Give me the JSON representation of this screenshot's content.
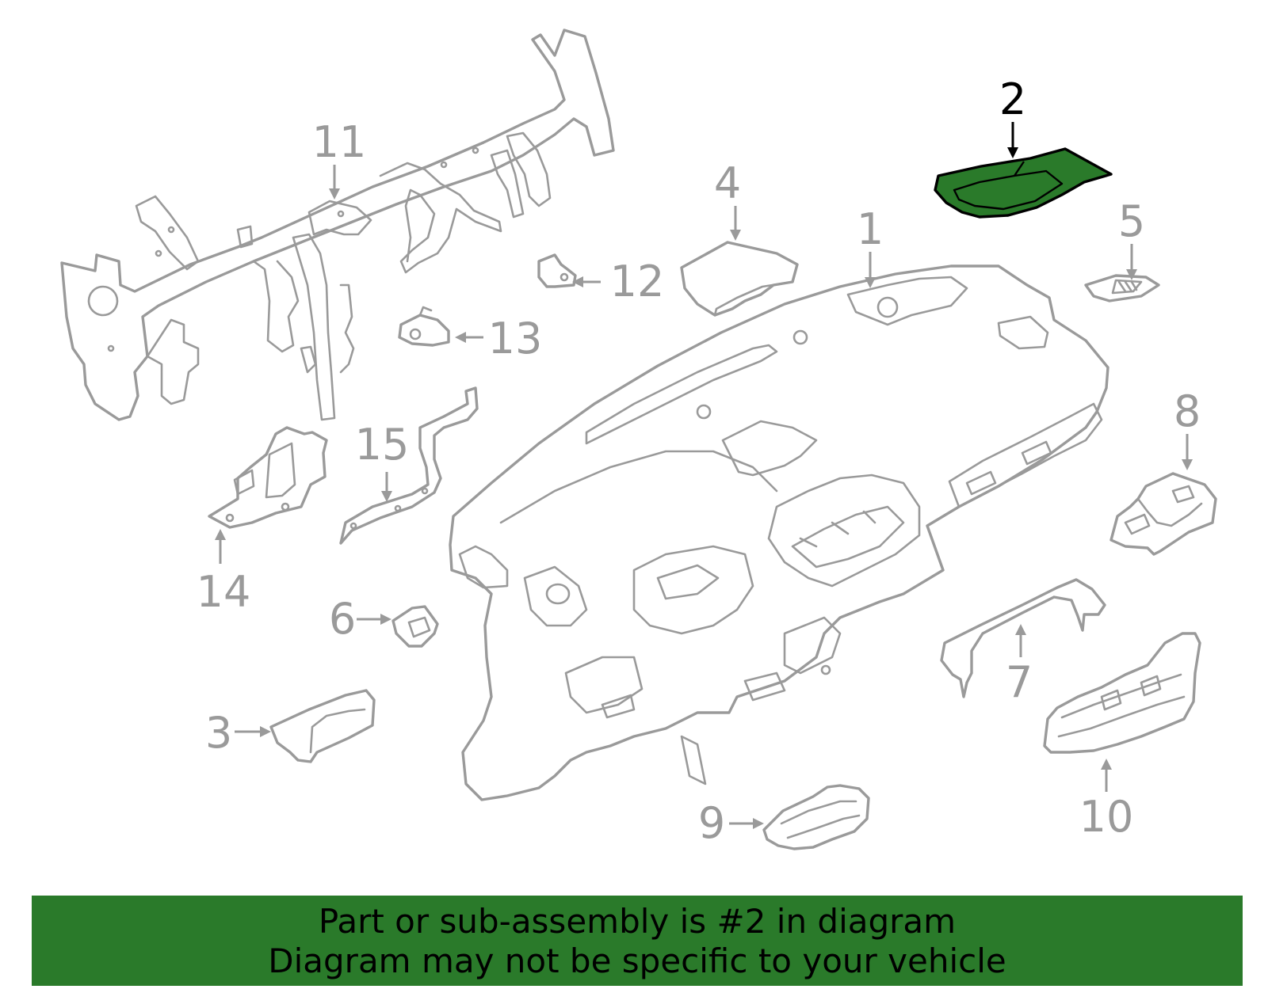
{
  "diagram": {
    "callouts": [
      "1",
      "2",
      "3",
      "4",
      "5",
      "6",
      "7",
      "8",
      "9",
      "10",
      "11",
      "12",
      "13",
      "14",
      "15"
    ],
    "highlighted_part": "2",
    "highlight_color": "#2a7a2a",
    "line_color": "#9a9a9a"
  },
  "banner": {
    "line1": "Part or sub-assembly is #2 in diagram",
    "line2": "Diagram may not be specific to your vehicle",
    "background": "#2a7a2a"
  }
}
